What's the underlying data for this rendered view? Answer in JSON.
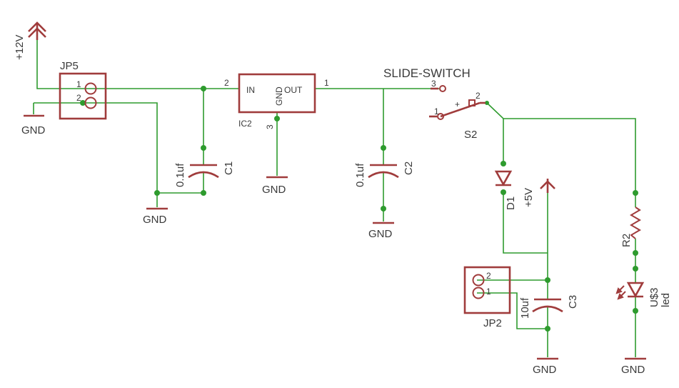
{
  "colors": {
    "wire": "#2e9b2e",
    "part": "#a03c3c",
    "text": "#3a3a3a",
    "background": "#ffffff"
  },
  "labels": {
    "supply_12v": "+12V",
    "jp5": "JP5",
    "jp5_pin1": "1",
    "jp5_pin2": "2",
    "gnd_jp5": "GND",
    "gnd_c1": "GND",
    "c1_value": "0.1uf",
    "c1_name": "C1",
    "ic2_pin_in": "2",
    "ic2_in": "IN",
    "ic2_gnd": "GND",
    "ic2_out": "OUT",
    "ic2_pin_out": "1",
    "ic2_name": "IC2",
    "ic2_pin_gnd": "3",
    "gnd_ic2": "GND",
    "c2_value": "0.1uf",
    "c2_name": "C2",
    "gnd_c2": "GND",
    "switch_name": "SLIDE-SWITCH",
    "sw_pin3": "3",
    "sw_pin1": "1",
    "sw_pin2": "2",
    "sw_plus": "+",
    "s2": "S2",
    "d1": "D1",
    "supply_5v": "+5V",
    "jp2": "JP2",
    "jp2_pin2": "2",
    "jp2_pin1": "1",
    "c3_value": "10uf",
    "c3_name": "C3",
    "gnd_c3": "GND",
    "r2": "R2",
    "led_name": "U$3",
    "led_value": "led",
    "gnd_led": "GND"
  }
}
